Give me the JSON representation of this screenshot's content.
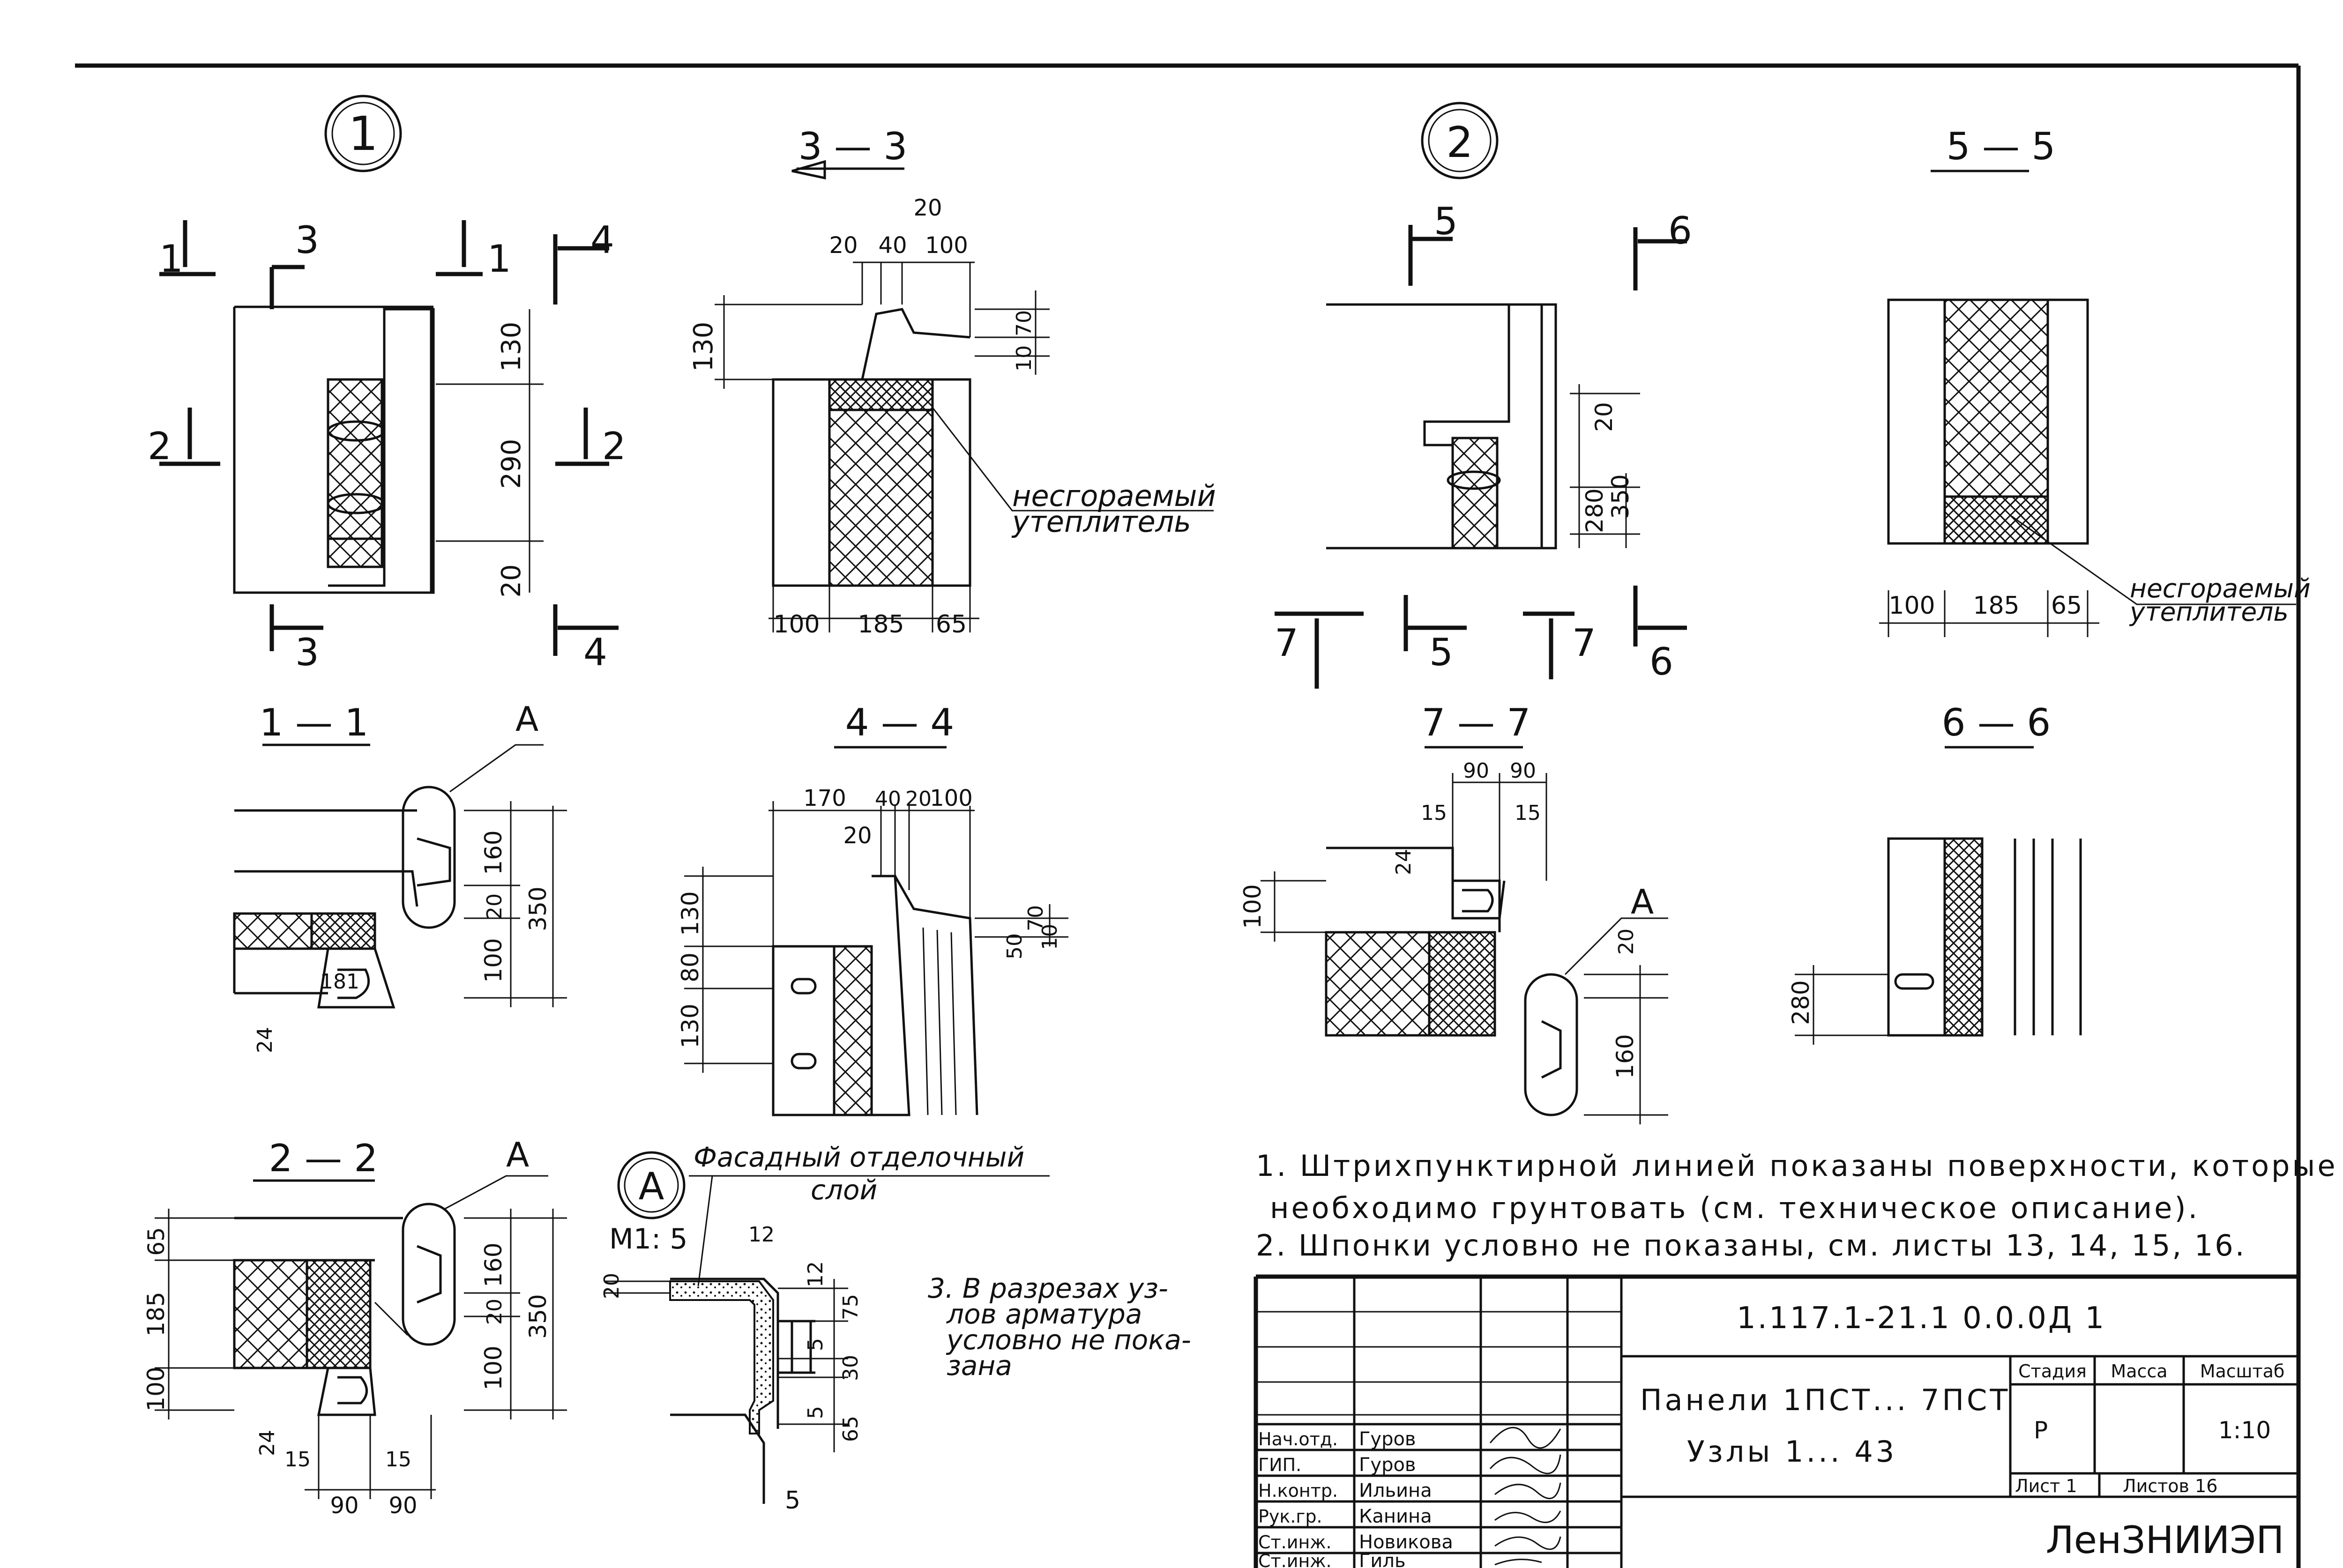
{
  "sections": {
    "node1": "1",
    "node2": "2",
    "nodeA": "А",
    "s33": "3 — 3",
    "s55": "5 — 5",
    "s11": "1 — 1",
    "s44": "4 — 4",
    "s77": "7 — 7",
    "s66": "6 — 6",
    "s22": "2 — 2",
    "detailA": "А",
    "scale_note": "М1: 5"
  },
  "markers": [
    "1",
    "2",
    "3",
    "4",
    "5",
    "6",
    "7"
  ],
  "labels": {
    "fireproof1": "несгораемый",
    "insulation1": "утеплитель",
    "fireproof2": "несгораемый",
    "insulation2": "утеплитель",
    "facade1": "Фасадный отделочный",
    "facade2": "слой"
  },
  "dims": {
    "v1": [
      "130",
      "290",
      "20"
    ],
    "s33_top": [
      "20",
      "40",
      "20",
      "100"
    ],
    "s33_right": [
      "70",
      "10"
    ],
    "s33_left": "130",
    "s33_bottom": [
      "100",
      "185",
      "65"
    ],
    "v2": [
      "20",
      "280",
      "350"
    ],
    "s55_bottom": [
      "100",
      "185",
      "65"
    ],
    "s11": [
      "160",
      "20",
      "100",
      "350",
      "24",
      "181"
    ],
    "s44_top": [
      "170",
      "40",
      "20",
      "100",
      "20"
    ],
    "s44_left": [
      "130",
      "80",
      "130"
    ],
    "s44_right": [
      "70",
      "50",
      "10"
    ],
    "s77_top": [
      "90",
      "90",
      "15",
      "15",
      "24"
    ],
    "s77_left": "100",
    "s77_right": [
      "20",
      "160"
    ],
    "s66_left": "280",
    "s22_left": [
      "65",
      "185",
      "100"
    ],
    "s22_right": [
      "160",
      "20",
      "100",
      "350"
    ],
    "s22_bottom": [
      "24",
      "15",
      "15",
      "90",
      "90"
    ],
    "detA": [
      "20",
      "12",
      "12",
      "75",
      "5",
      "30",
      "5",
      "65",
      "5"
    ]
  },
  "notes": {
    "n1a": "1. Штрихпунктирной линией показаны поверхности, которые",
    "n1b": "необходимо грунтовать (см. техническое описание).",
    "n2": "2. Шпонки условно не показаны, см. листы 13, 14, 15, 16.",
    "n3a": "3. В разрезах уз-",
    "n3b": "лов арматура",
    "n3c": "условно не пока-",
    "n3d": "зана"
  },
  "title_block": {
    "code": "1.117.1-21.1 0.0.0Д 1",
    "name1": "Панели 1ПСТ... 7ПСТ",
    "name2": "Узлы 1... 43",
    "stage_h": "Стадия",
    "mass_h": "Масса",
    "scale_h": "Масштаб",
    "stage": "Р",
    "scale": "1:10",
    "sheet": "Лист 1",
    "sheets": "Листов 16",
    "org": "ЛенЗНИИЭП",
    "roles": [
      "Нач.отд.",
      "ГИП.",
      "Н.контр.",
      "Рук.гр.",
      "Ст.инж.",
      "Ст.инж."
    ],
    "people": [
      "Гуров",
      "Гуров",
      "Ильина",
      "Канина",
      "Новикова",
      "Гиль"
    ]
  }
}
